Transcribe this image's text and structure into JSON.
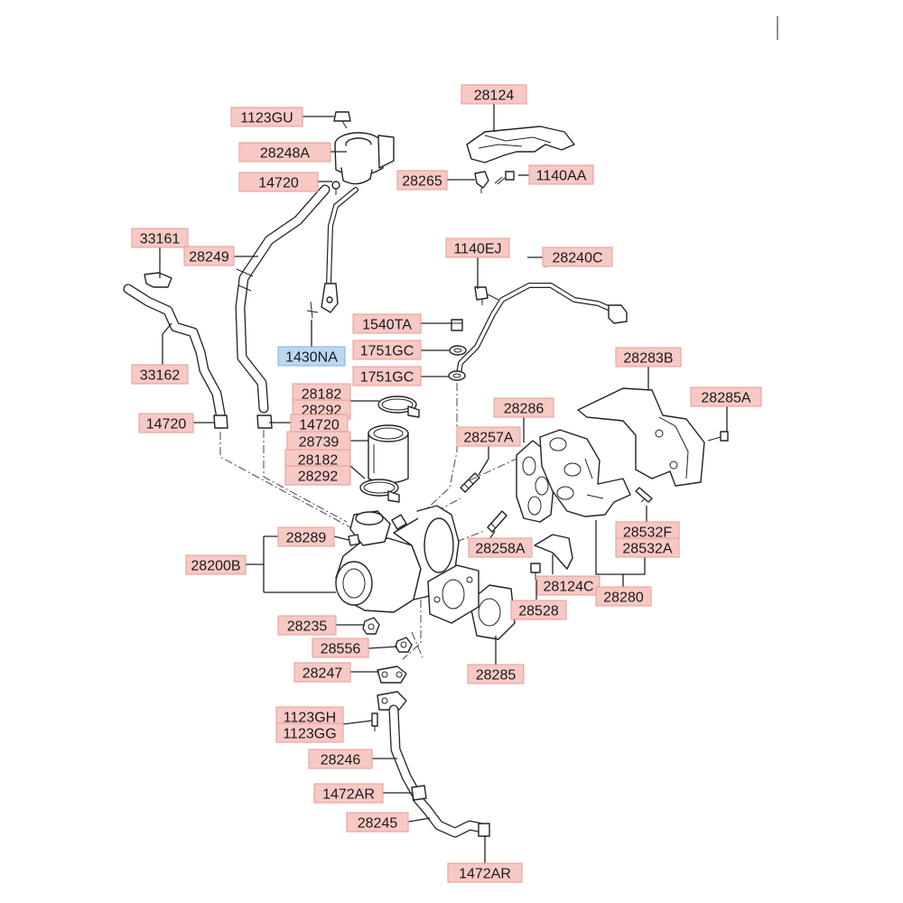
{
  "diagram": {
    "callouts": [
      {
        "id": "c-1123gu",
        "text": "1123GU"
      },
      {
        "id": "c-28248a",
        "text": "28248A"
      },
      {
        "id": "c-14720-top",
        "text": "14720"
      },
      {
        "id": "c-28124",
        "text": "28124"
      },
      {
        "id": "c-28265",
        "text": "28265"
      },
      {
        "id": "c-1140aa",
        "text": "1140AA"
      },
      {
        "id": "c-33161",
        "text": "33161"
      },
      {
        "id": "c-28249",
        "text": "28249"
      },
      {
        "id": "c-1140ej",
        "text": "1140EJ"
      },
      {
        "id": "c-28240c",
        "text": "28240C"
      },
      {
        "id": "c-1540ta",
        "text": "1540TA"
      },
      {
        "id": "c-1430na",
        "text": "1430NA",
        "highlight": true
      },
      {
        "id": "c-1751gc-a",
        "text": "1751GC"
      },
      {
        "id": "c-1751gc-b",
        "text": "1751GC"
      },
      {
        "id": "c-33162",
        "text": "33162"
      },
      {
        "id": "c-28283b",
        "text": "28283B"
      },
      {
        "id": "c-28182-a",
        "text": "28182"
      },
      {
        "id": "c-28292-a",
        "text": "28292"
      },
      {
        "id": "c-28285a",
        "text": "28285A"
      },
      {
        "id": "c-14720-left",
        "text": "14720"
      },
      {
        "id": "c-14720-mid",
        "text": "14720"
      },
      {
        "id": "c-28286",
        "text": "28286"
      },
      {
        "id": "c-28739",
        "text": "28739"
      },
      {
        "id": "c-28257a",
        "text": "28257A"
      },
      {
        "id": "c-28182-b",
        "text": "28182"
      },
      {
        "id": "c-28292-b",
        "text": "28292"
      },
      {
        "id": "c-28289",
        "text": "28289"
      },
      {
        "id": "c-28532f",
        "text": "28532F"
      },
      {
        "id": "c-28532a",
        "text": "28532A"
      },
      {
        "id": "c-28258a",
        "text": "28258A"
      },
      {
        "id": "c-28200b",
        "text": "28200B"
      },
      {
        "id": "c-28124c",
        "text": "28124C"
      },
      {
        "id": "c-28280",
        "text": "28280"
      },
      {
        "id": "c-28528",
        "text": "28528"
      },
      {
        "id": "c-28235",
        "text": "28235"
      },
      {
        "id": "c-28556",
        "text": "28556"
      },
      {
        "id": "c-28285",
        "text": "28285"
      },
      {
        "id": "c-28247",
        "text": "28247"
      },
      {
        "id": "c-1123gh",
        "text": "1123GH"
      },
      {
        "id": "c-1123gg",
        "text": "1123GG"
      },
      {
        "id": "c-28246",
        "text": "28246"
      },
      {
        "id": "c-1472ar-a",
        "text": "1472AR"
      },
      {
        "id": "c-28245",
        "text": "28245"
      },
      {
        "id": "c-1472ar-b",
        "text": "1472AR"
      }
    ]
  },
  "colors": {
    "label_fill": "#f7c9c5",
    "label_border": "#e79a94",
    "highlight_fill": "#bcd8f1",
    "highlight_border": "#7fb0dc",
    "line": "#222222"
  }
}
